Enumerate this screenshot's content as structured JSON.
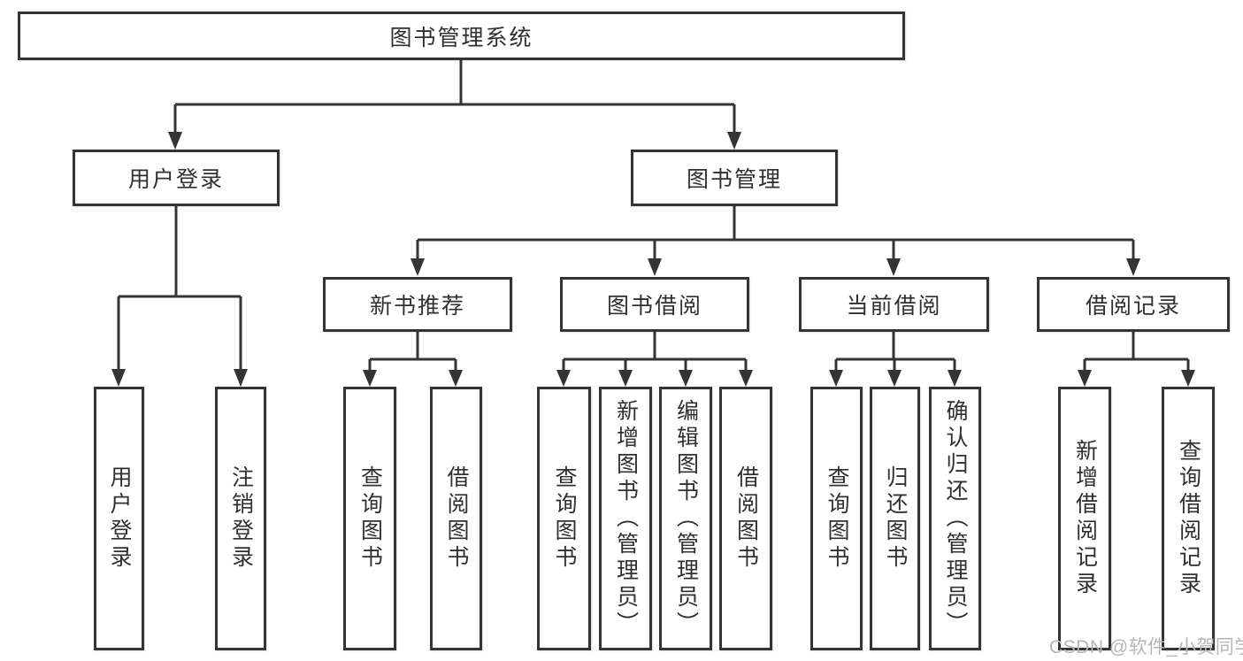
{
  "tree": {
    "root": {
      "label": "图书管理系统",
      "children": [
        {
          "label": "用户登录",
          "children": [
            {
              "label": "用户登录"
            },
            {
              "label": "注销登录"
            }
          ]
        },
        {
          "label": "图书管理",
          "children": [
            {
              "label": "新书推荐",
              "children": [
                {
                  "label": "查询图书"
                },
                {
                  "label": "借阅图书"
                }
              ]
            },
            {
              "label": "图书借阅",
              "children": [
                {
                  "label": "查询图书"
                },
                {
                  "label": "新增图书（管理员）"
                },
                {
                  "label": "编辑图书（管理员）"
                },
                {
                  "label": "借阅图书"
                }
              ]
            },
            {
              "label": "当前借阅",
              "children": [
                {
                  "label": "查询图书"
                },
                {
                  "label": "归还图书"
                },
                {
                  "label": "确认归还（管理员）"
                }
              ]
            },
            {
              "label": "借阅记录",
              "children": [
                {
                  "label": "新增借阅记录"
                },
                {
                  "label": "查询借阅记录"
                }
              ]
            }
          ]
        }
      ]
    }
  },
  "watermark": {
    "text": "CSDN @软件_小贺同学"
  },
  "colors": {
    "line": "#343434",
    "text": "#303030",
    "watermark": "#b6b6b6",
    "background": "#ffffff"
  }
}
